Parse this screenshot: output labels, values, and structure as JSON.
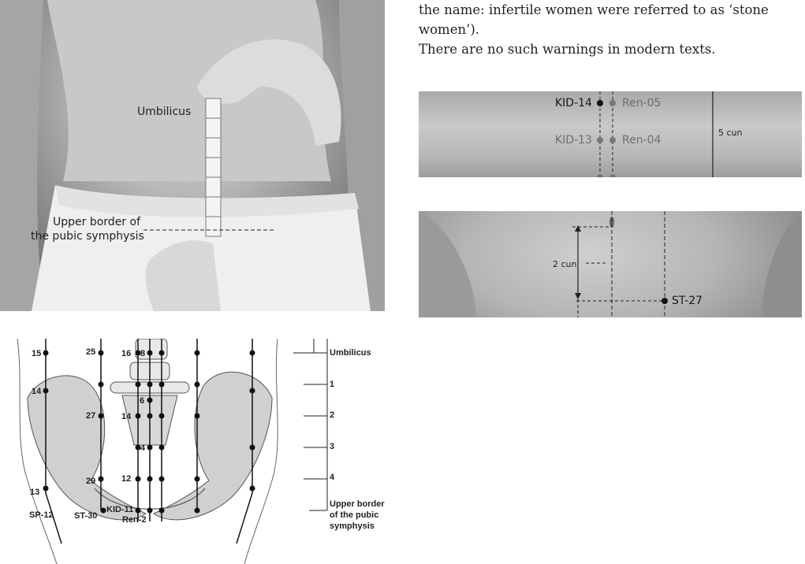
{
  "body_text": {
    "line1": "the name: infertile women were referred to as ‘stone women’).",
    "line2": "There are no such warnings in modern texts."
  },
  "photo_main": {
    "umbilicus_label": "Umbilicus",
    "pubic_label_line1": "Upper border of",
    "pubic_label_line2": "the pubic symphysis"
  },
  "photo_top": {
    "kid14": "KID-14",
    "ren05": "Ren-05",
    "kid13": "KID-13",
    "ren04": "Ren-04",
    "five_cun": "5 cun"
  },
  "photo_bottom": {
    "two_cun": "2 cun",
    "st27": "ST-27"
  },
  "diagram": {
    "scale_labels": [
      "Umbilicus",
      "1",
      "2",
      "3",
      "4"
    ],
    "scale_bottom_line1": "Upper border",
    "scale_bottom_line2": "of the pubic",
    "scale_bottom_line3": "symphysis",
    "point_labels": {
      "p15": "15",
      "p25": "25",
      "p16": "16",
      "p8": "8",
      "p14a": "14",
      "p6": "6",
      "p27": "27",
      "p14b": "14",
      "p4": "4",
      "p29": "29",
      "p12": "12",
      "p13": "13",
      "sp12": "SP-12",
      "st30": "ST-30",
      "kid11": "KID-11",
      "ren2": "Ren-2"
    }
  }
}
